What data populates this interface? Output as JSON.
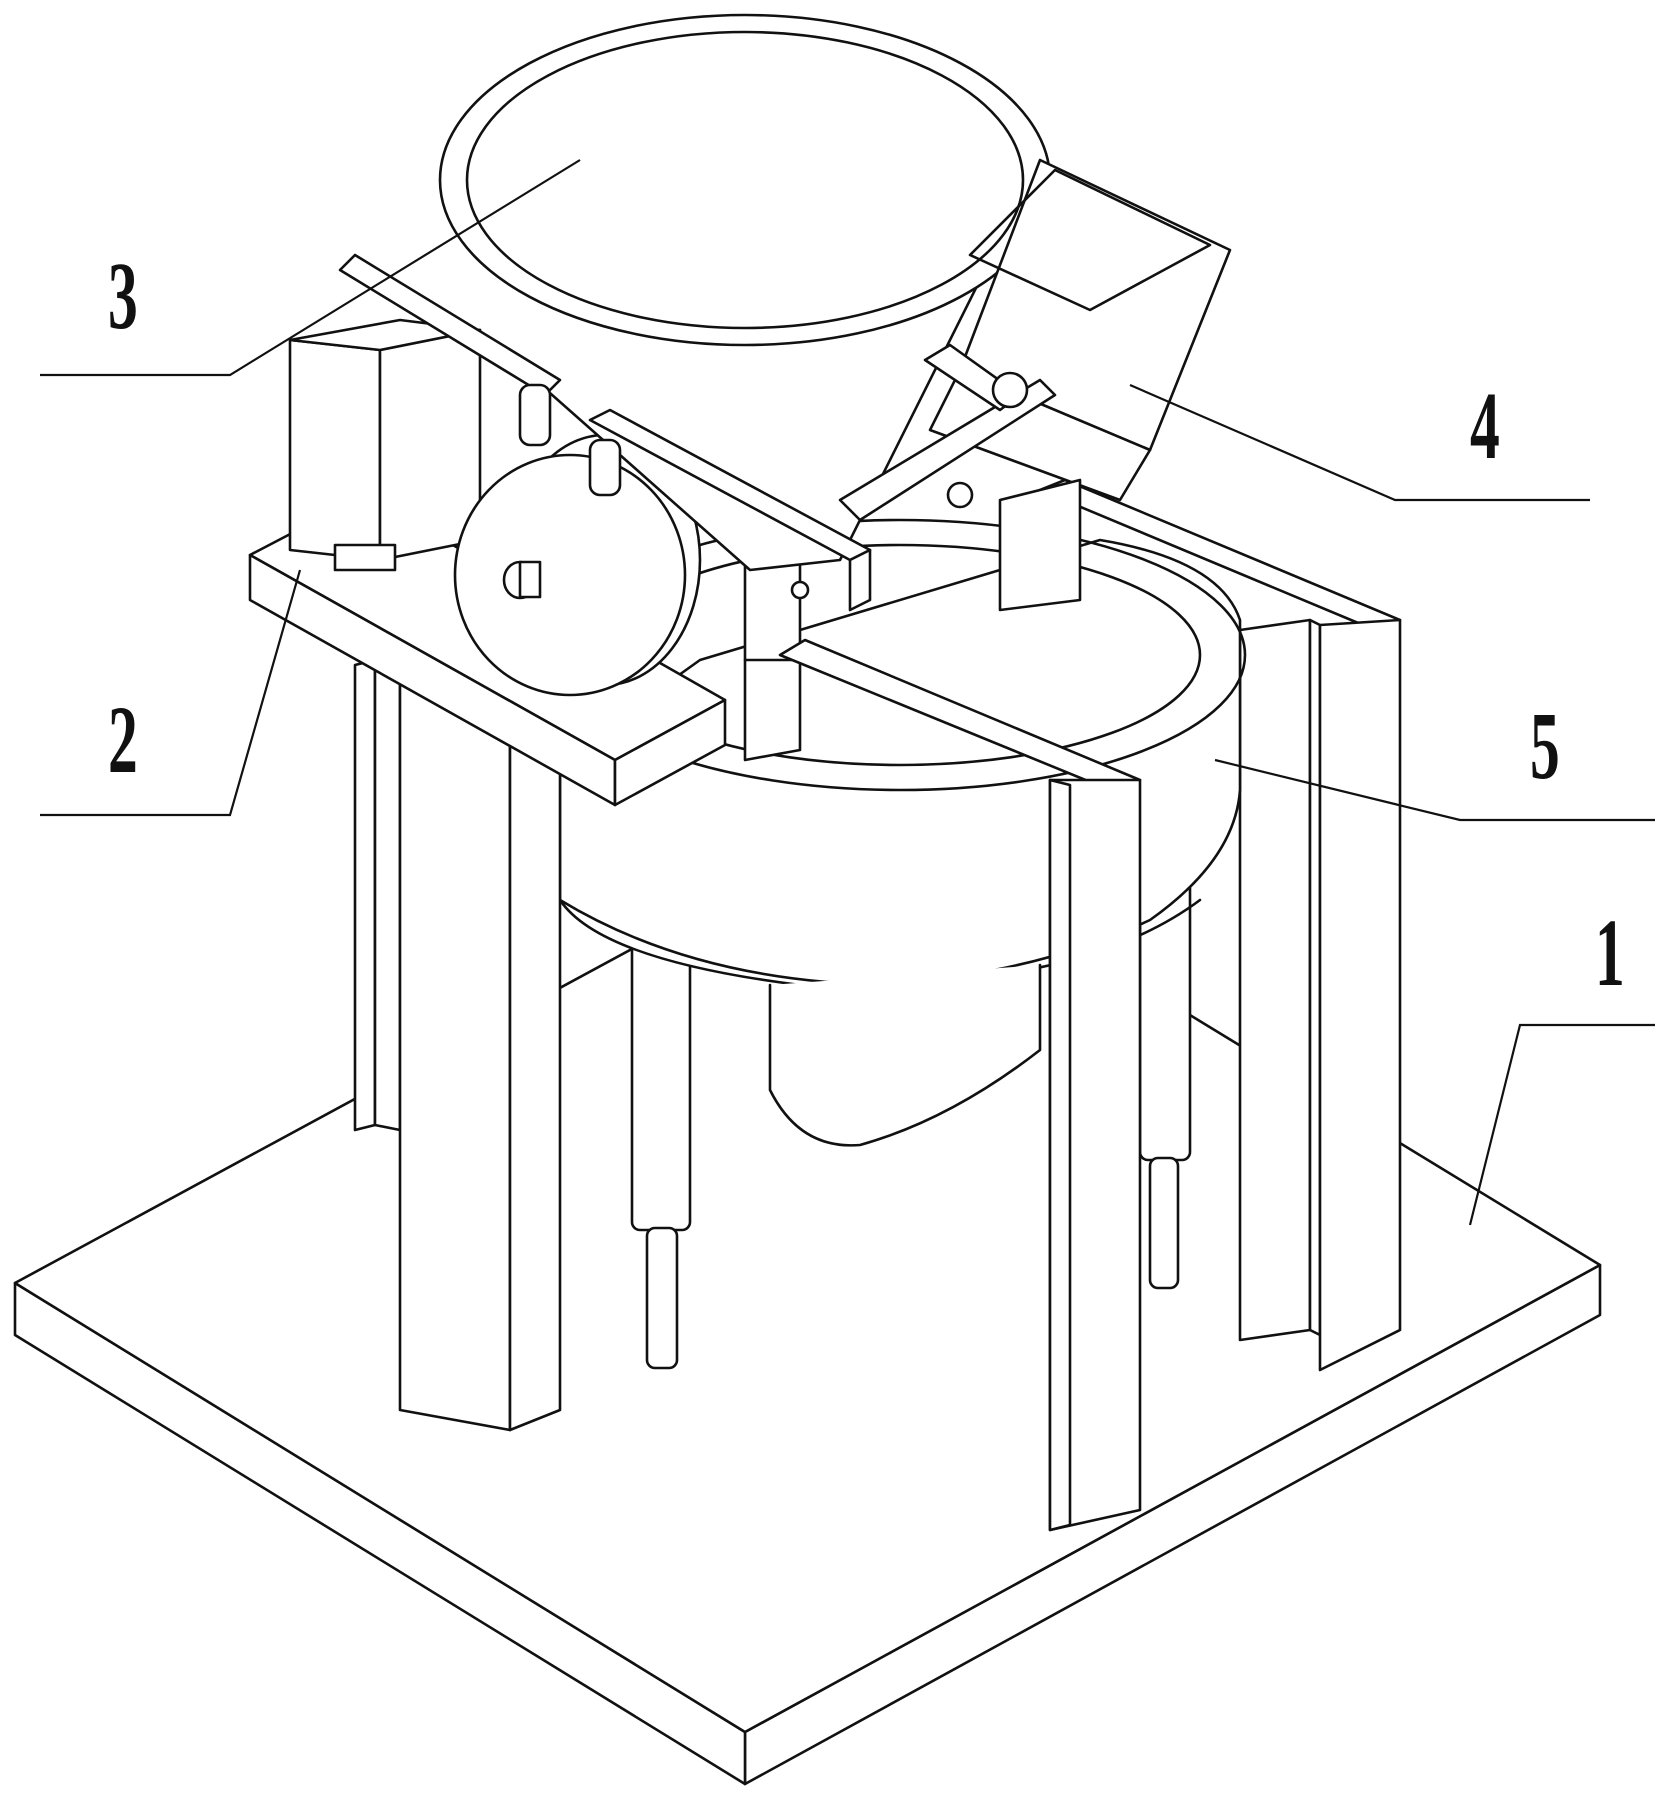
{
  "labels": [
    {
      "id": "1",
      "text": "1"
    },
    {
      "id": "2",
      "text": "2"
    },
    {
      "id": "3",
      "text": "3"
    },
    {
      "id": "4",
      "text": "4"
    },
    {
      "id": "5",
      "text": "5"
    }
  ],
  "colors": {
    "line": "#111111",
    "background": "#ffffff"
  }
}
